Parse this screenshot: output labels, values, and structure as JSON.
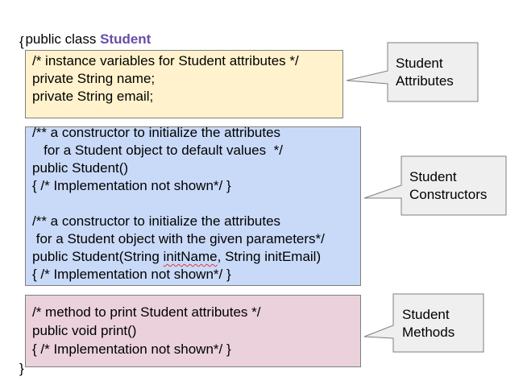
{
  "header": {
    "prefix": "public class ",
    "class_name": "Student",
    "class_name_color": "#674ea7",
    "open_brace": "{",
    "close_brace": "}"
  },
  "attributes_box": {
    "color": "#fff2cc",
    "lines": [
      "/* instance variables for Student attributes */",
      "private String name;",
      "private String email;"
    ]
  },
  "constructors_box": {
    "color": "#c9daf8",
    "lines": [
      "/** a constructor to initialize the attributes",
      "   for a Student object to default values  */",
      "public Student()",
      "{ /* Implementation not shown*/ }",
      "",
      "/** a constructor to initialize the attributes",
      " for a Student object with the given parameters*/"
    ],
    "sig_prefix": "public Student(String ",
    "sig_squiggle": "initName",
    "sig_suffix": ", String initEmail)",
    "last_line": "{ /* Implementation not shown*/ }"
  },
  "methods_box": {
    "color": "#ead1dc",
    "lines": [
      "/* method to print Student attributes */",
      "public void print()",
      "{ /* Implementation not shown*/ }"
    ]
  },
  "callouts": {
    "color": "#efefef",
    "attributes": {
      "line1": "Student",
      "line2": "Attributes"
    },
    "constructors": {
      "line1": "Student",
      "line2": "Constructors"
    },
    "methods": {
      "line1": "Student",
      "line2": "Methods"
    }
  }
}
